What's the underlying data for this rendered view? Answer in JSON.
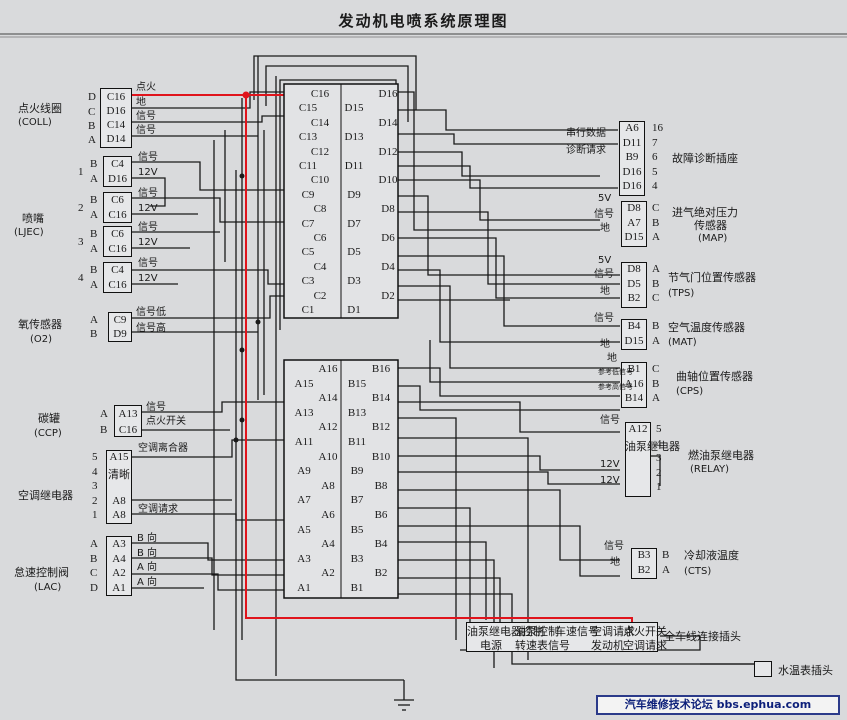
{
  "title": "发动机电喷系统原理图",
  "ecu_upper_rows": [
    [
      "C16",
      "D16"
    ],
    [
      "C15",
      "D15"
    ],
    [
      "C14",
      "D14"
    ],
    [
      "C13",
      "D13"
    ],
    [
      "C12",
      "D12"
    ],
    [
      "C11",
      "D11"
    ],
    [
      "C10",
      "D10"
    ],
    [
      "C9",
      "D9"
    ],
    [
      "C8",
      "D8"
    ],
    [
      "C7",
      "D7"
    ],
    [
      "C6",
      "D6"
    ],
    [
      "C5",
      "D5"
    ],
    [
      "C4",
      "D4"
    ],
    [
      "C3",
      "D3"
    ],
    [
      "C2",
      "D2"
    ],
    [
      "C1",
      "D1"
    ]
  ],
  "ecu_lower_rows": [
    [
      "A16",
      "B16"
    ],
    [
      "A15",
      "B15"
    ],
    [
      "A14",
      "B14"
    ],
    [
      "A13",
      "B13"
    ],
    [
      "A12",
      "B12"
    ],
    [
      "A11",
      "B11"
    ],
    [
      "A10",
      "B10"
    ],
    [
      "A9",
      "B9"
    ],
    [
      "A8",
      "B8"
    ],
    [
      "A7",
      "B7"
    ],
    [
      "A6",
      "B6"
    ],
    [
      "A5",
      "B5"
    ],
    [
      "A4",
      "B4"
    ],
    [
      "A3",
      "B3"
    ],
    [
      "A2",
      "B2"
    ],
    [
      "A1",
      "B1"
    ]
  ],
  "left": {
    "coil": {
      "name": "点火线圈",
      "name_en": "(COLL)",
      "letters": [
        "D",
        "C",
        "B",
        "A"
      ],
      "pins": [
        "C16",
        "D16",
        "C14",
        "D14"
      ],
      "signals": [
        "点火",
        "地",
        "信号",
        "信号"
      ]
    },
    "injector": {
      "name": "喷嘴",
      "name_en": "(LJEC)",
      "groups": [
        {
          "num": "1",
          "letters": [
            "B",
            "A"
          ],
          "pins": [
            "C4",
            "D16"
          ],
          "signals": [
            "信号",
            "12V"
          ]
        },
        {
          "num": "2",
          "letters": [
            "B",
            "A"
          ],
          "pins": [
            "C6",
            "C16"
          ],
          "signals": [
            "信号",
            "12V"
          ]
        },
        {
          "num": "3",
          "letters": [
            "B",
            "A"
          ],
          "pins": [
            "C6",
            "C16"
          ],
          "signals": [
            "信号",
            "12V"
          ]
        },
        {
          "num": "4",
          "letters": [
            "B",
            "A"
          ],
          "pins": [
            "C4",
            "C16"
          ],
          "signals": [
            "信号",
            "12V"
          ]
        }
      ]
    },
    "o2": {
      "name": "氧传感器",
      "name_en": "(O2)",
      "letters": [
        "A",
        "B"
      ],
      "pins": [
        "C9",
        "D9"
      ],
      "signals": [
        "信号低",
        "信号高"
      ]
    },
    "ccp": {
      "name": "碳罐",
      "name_en": "(CCP)",
      "letters": [
        "A",
        "B"
      ],
      "pins": [
        "A13",
        "C16"
      ],
      "signals": [
        "信号",
        "点火开关"
      ]
    },
    "ac": {
      "name": "空调继电器",
      "nums": [
        "5",
        "4",
        "3",
        "2",
        "1"
      ],
      "pins": [
        "A15",
        "清晰",
        "",
        "A8",
        "A8"
      ],
      "signals": [
        "空调离合器",
        "",
        "",
        "",
        "空调请求"
      ]
    },
    "lac": {
      "name": "怠速控制阀",
      "name_en": "(LAC)",
      "letters": [
        "A",
        "B",
        "C",
        "D"
      ],
      "pins": [
        "A3",
        "A4",
        "A2",
        "A1"
      ],
      "signals": [
        "B 向",
        "B 向",
        "A 向",
        "A 向"
      ]
    }
  },
  "right": {
    "diag": {
      "name": "故障诊断插座",
      "pins": [
        "A6",
        "D11",
        "B9",
        "D16",
        "D16"
      ],
      "nums": [
        "16",
        "7",
        "6",
        "5",
        "4"
      ],
      "signals": [
        "串行数据",
        "诊断请求"
      ]
    },
    "map": {
      "name1": "进气绝对压力",
      "name2": "传感器",
      "name_en": "(MAP)",
      "pins": [
        "D8",
        "A7",
        "D15"
      ],
      "letters": [
        "C",
        "B",
        "A"
      ],
      "signals": [
        "5V",
        "信号",
        "地"
      ]
    },
    "tps": {
      "name": "节气门位置传感器",
      "name_en": "(TPS)",
      "pins": [
        "D8",
        "D5",
        "B2"
      ],
      "letters": [
        "A",
        "B",
        "C"
      ],
      "signals": [
        "5V",
        "信号",
        "地"
      ]
    },
    "mat": {
      "name": "空气温度传感器",
      "name_en": "(MAT)",
      "pins": [
        "B4",
        "D15"
      ],
      "letters": [
        "B",
        "A"
      ],
      "signals": [
        "信号",
        "地"
      ]
    },
    "cps": {
      "name": "曲轴位置传感器",
      "name_en": "(CPS)",
      "pins": [
        "B1",
        "A16",
        "B14"
      ],
      "letters": [
        "C",
        "B",
        "A"
      ],
      "signals": [
        "地",
        "参考低信号",
        "参考高信号"
      ]
    },
    "relay": {
      "name": "燃油泵继电器",
      "name_en": "(RELAY)",
      "pins": [
        "A12",
        "油泵继电器",
        "",
        "",
        ""
      ],
      "nums": [
        "5",
        "4",
        "3",
        "2",
        "1"
      ],
      "signals": [
        "信号",
        "12V",
        "12V"
      ]
    },
    "cts": {
      "name": "冷却液温度",
      "name_en": "(CTS)",
      "pins": [
        "B3",
        "B2"
      ],
      "letters": [
        "B",
        "A"
      ],
      "signals": [
        "信号",
        "地"
      ]
    }
  },
  "bottom": {
    "connector_top": [
      "油泵继电器控制",
      "油泵控制",
      "车速信号",
      "空调请求",
      "点火开关"
    ],
    "connector_bottom": [
      "电源",
      "转速表信号",
      "",
      "发动机",
      "空调请求"
    ],
    "connector_label": "全车线连接插头",
    "water_label": "水温表插头"
  },
  "footer": "汽车维修技术论坛 bbs.ephua.com",
  "colors": {
    "wire": "#1a1a1a",
    "highlight": "#e0141c",
    "background": "#d9dadc"
  }
}
